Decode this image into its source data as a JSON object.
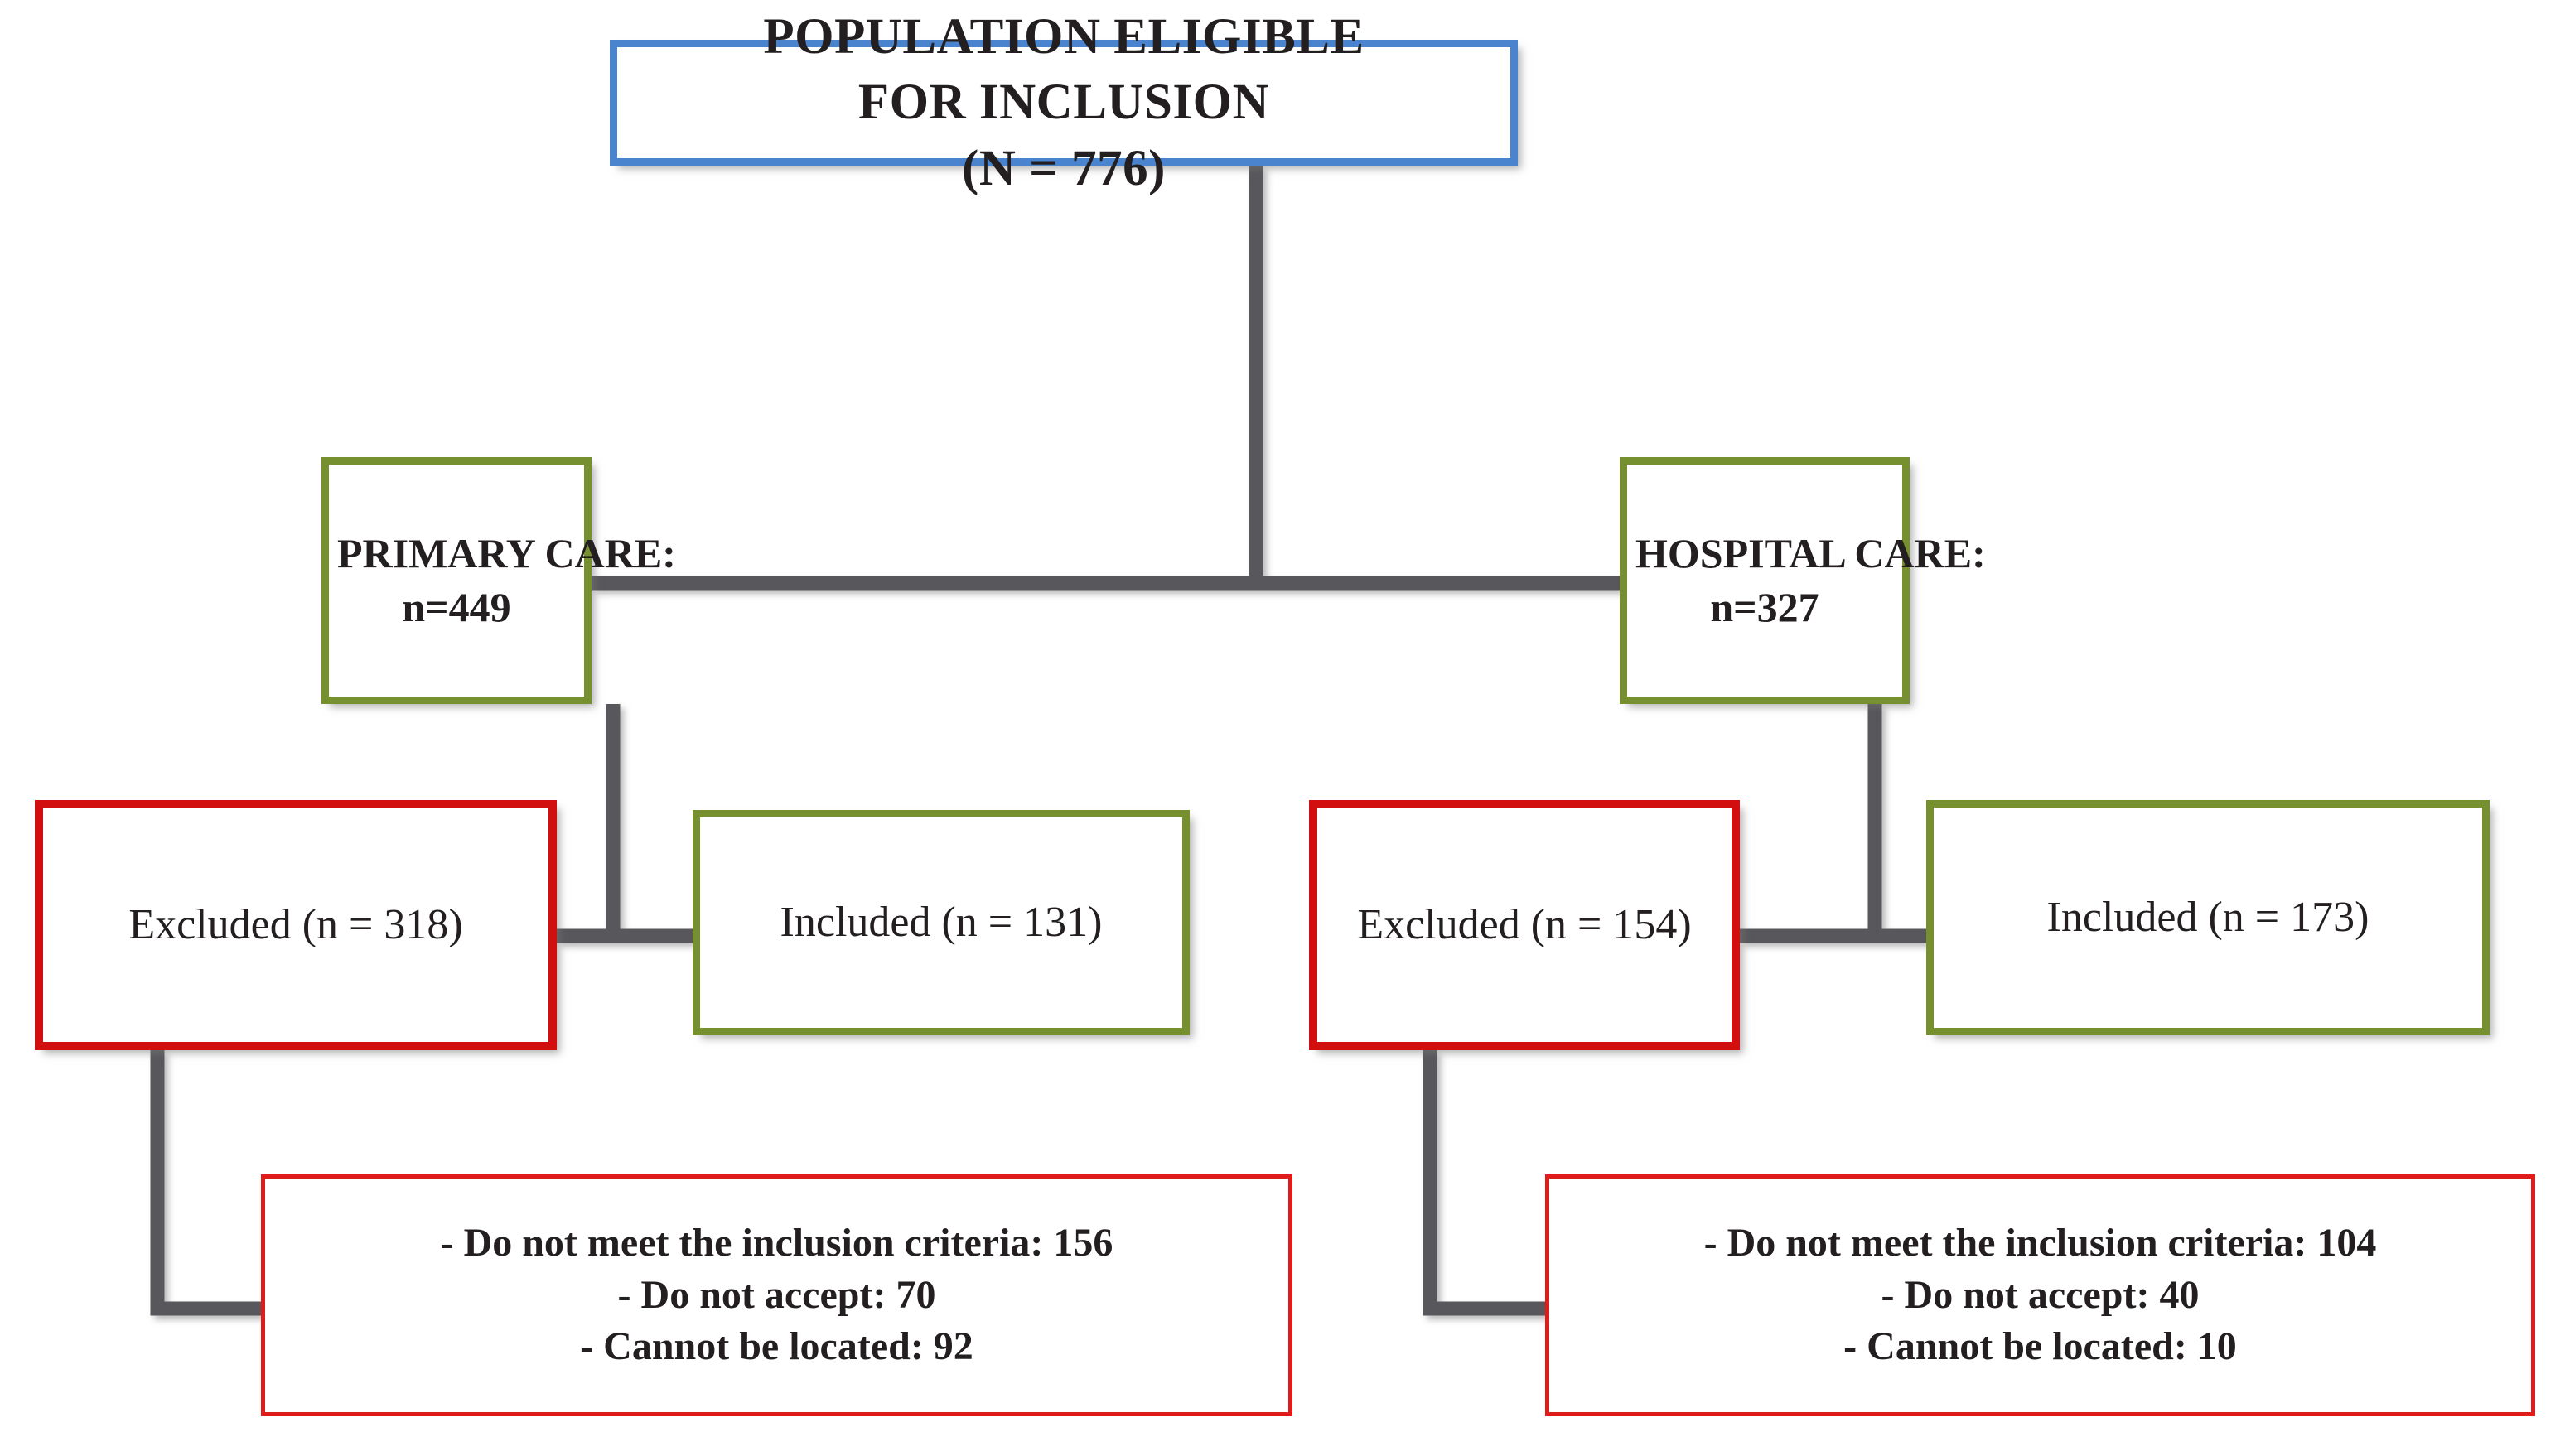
{
  "diagram": {
    "title": "Study population flow diagram",
    "colors": {
      "top_border": "#4a84cf",
      "group_border": "#76902f",
      "excluded_border": "#d10f0f",
      "reasons_border": "#e01b1b",
      "connector": "#58595b",
      "text": "#231f20",
      "background": "#ffffff"
    },
    "nodes": {
      "population": {
        "lines": [
          "POPULATION ELIGIBLE",
          "FOR INCLUSION",
          "(N = 776)"
        ],
        "line1": "POPULATION ELIGIBLE",
        "line2": "FOR INCLUSION",
        "line3": "(N = 776)",
        "total": 776
      },
      "primary_care": {
        "line1": "PRIMARY CARE:",
        "line2": "n=449",
        "count": 449
      },
      "hospital_care": {
        "line1": "HOSPITAL CARE:",
        "line2": "n=327",
        "count": 327
      },
      "excluded_primary": {
        "label": "Excluded (n = 318)",
        "count": 318
      },
      "included_primary": {
        "label": "Included (n = 131)",
        "count": 131
      },
      "excluded_hospital": {
        "label": "Excluded (n = 154)",
        "count": 154
      },
      "included_hospital": {
        "label": "Included (n = 173)",
        "count": 173
      },
      "reasons_primary": {
        "line1": "- Do not meet the inclusion criteria: 156",
        "line2": "- Do not accept: 70",
        "line3": "- Cannot be located: 92",
        "values": {
          "criteria": 156,
          "not_accept": 70,
          "not_located": 92
        }
      },
      "reasons_hospital": {
        "line1": "- Do not meet the inclusion criteria: 104",
        "line2": "- Do not accept: 40",
        "line3": "- Cannot be located: 10",
        "values": {
          "criteria": 104,
          "not_accept": 40,
          "not_located": 10
        }
      }
    }
  }
}
